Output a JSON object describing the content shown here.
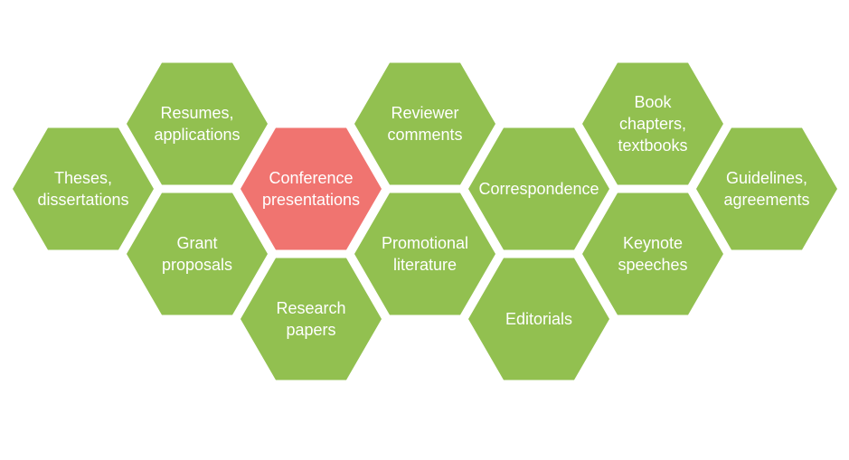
{
  "colors": {
    "default_fill": "#92C050",
    "highlight_fill": "#F07470",
    "text": "#ffffff",
    "background": "#ffffff"
  },
  "hexagons": [
    {
      "id": "theses",
      "lines": [
        "Theses,",
        "dissertations"
      ],
      "highlighted": false
    },
    {
      "id": "resumes",
      "lines": [
        "Resumes,",
        "applications"
      ],
      "highlighted": false
    },
    {
      "id": "grant",
      "lines": [
        "Grant",
        "proposals"
      ],
      "highlighted": false
    },
    {
      "id": "conference",
      "lines": [
        "Conference",
        "presentations"
      ],
      "highlighted": true
    },
    {
      "id": "research",
      "lines": [
        "Research",
        "papers"
      ],
      "highlighted": false
    },
    {
      "id": "reviewer",
      "lines": [
        "Reviewer",
        "comments"
      ],
      "highlighted": false
    },
    {
      "id": "promotional",
      "lines": [
        "Promotional",
        "literature"
      ],
      "highlighted": false
    },
    {
      "id": "correspondence",
      "lines": [
        "Correspondence"
      ],
      "highlighted": false
    },
    {
      "id": "editorials",
      "lines": [
        "Editorials"
      ],
      "highlighted": false
    },
    {
      "id": "book",
      "lines": [
        "Book",
        "chapters,",
        "textbooks"
      ],
      "highlighted": false
    },
    {
      "id": "keynote",
      "lines": [
        "Keynote",
        "speeches"
      ],
      "highlighted": false
    },
    {
      "id": "guidelines",
      "lines": [
        "Guidelines,",
        "agreements"
      ],
      "highlighted": false
    }
  ]
}
